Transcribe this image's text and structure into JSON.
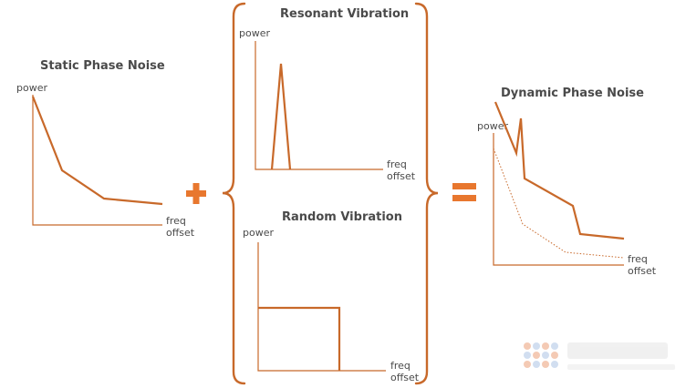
{
  "panels": {
    "static": {
      "title": "Static Phase Noise",
      "ylabel": "power",
      "xlabel_1": "freq",
      "xlabel_2": "offset"
    },
    "resonant": {
      "title": "Resonant Vibration",
      "ylabel": "power",
      "xlabel_1": "freq",
      "xlabel_2": "offset"
    },
    "random": {
      "title": "Random Vibration",
      "ylabel": "power",
      "xlabel_1": "freq",
      "xlabel_2": "offset"
    },
    "dynamic": {
      "title": "Dynamic Phase Noise",
      "ylabel": "power",
      "xlabel_1": "freq",
      "xlabel_2": "offset"
    }
  },
  "operators": {
    "plus": "+",
    "equals": "="
  },
  "colors": {
    "accent": "#c8692a",
    "operator": "#e8772e",
    "text": "#4a4a4a"
  },
  "watermark": {
    "icon": "logo-dots-icon"
  }
}
